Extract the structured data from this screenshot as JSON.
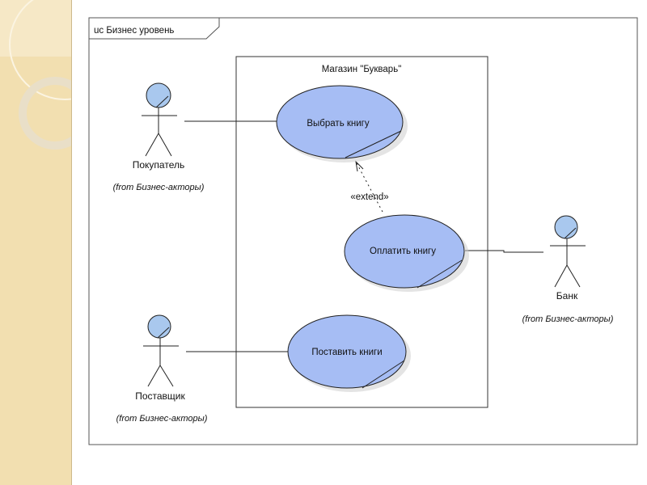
{
  "diagram": {
    "frame_title": "uc Бизнес уровень",
    "system_boundary": {
      "name": "Магазин \"Букварь\""
    },
    "use_cases": [
      {
        "id": "uc1",
        "label": "Выбрать книгу"
      },
      {
        "id": "uc2",
        "label": "Оплатить книгу"
      },
      {
        "id": "uc3",
        "label": "Поставить книги"
      }
    ],
    "actors": [
      {
        "id": "a1",
        "name": "Покупатель",
        "origin": "(from Бизнес-акторы)"
      },
      {
        "id": "a2",
        "name": "Поставщик",
        "origin": "(from Бизнес-акторы)"
      },
      {
        "id": "a3",
        "name": "Банк",
        "origin": "(from Бизнес-акторы)"
      }
    ],
    "relationships": [
      {
        "type": "association",
        "from": "Покупатель",
        "to": "Выбрать книгу"
      },
      {
        "type": "association",
        "from": "Поставщик",
        "to": "Поставить книги"
      },
      {
        "type": "association",
        "from": "Банк",
        "to": "Оплатить книгу"
      },
      {
        "type": "extend",
        "from": "Оплатить книгу",
        "to": "Выбрать книгу",
        "label": "«extend»"
      }
    ],
    "colors": {
      "use_case_fill": "#a6bdf4",
      "actor_head_fill": "#a9c8ee",
      "panel_background": "#f2dfb0"
    }
  }
}
